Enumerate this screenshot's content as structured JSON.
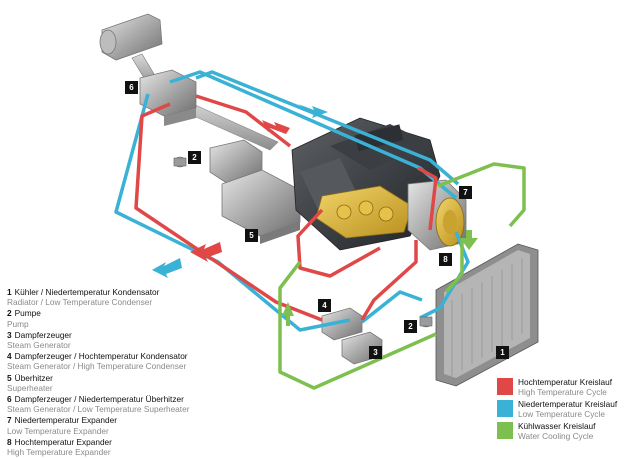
{
  "labels": [
    "1",
    "2",
    "3",
    "4",
    "5",
    "6",
    "7",
    "8",
    "2"
  ],
  "legend_components": [
    {
      "num": "1",
      "de": "Kühler / Niedertemperatur Kondensator",
      "en": "Radiator / Low Temperature Condenser"
    },
    {
      "num": "2",
      "de": "Pumpe",
      "en": "Pump"
    },
    {
      "num": "3",
      "de": "Dampferzeuger",
      "en": "Steam Generator"
    },
    {
      "num": "4",
      "de": "Dampferzeuger / Hochtemperatur Kondensator",
      "en": "Steam Generator / High Temperature Condenser"
    },
    {
      "num": "5",
      "de": "Überhitzer",
      "en": "Superheater"
    },
    {
      "num": "6",
      "de": "Dampferzeuger / Niedertemperatur Überhitzer",
      "en": "Steam Generator / Low Temperature Superheater"
    },
    {
      "num": "7",
      "de": "Niedertemperatur Expander",
      "en": "Low Temperature Expander"
    },
    {
      "num": "8",
      "de": "Hochtemperatur Expander",
      "en": "High Temperature Expander"
    }
  ],
  "legend_cycles": [
    {
      "de": "Hochtemperatur Kreislauf",
      "en": "High Temperature Cycle",
      "color": "#e04848"
    },
    {
      "de": "Niedertemperatur Kreislauf",
      "en": "Low Temperature Cycle",
      "color": "#3ab2d6"
    },
    {
      "de": "Kühlwasser Kreislauf",
      "en": "Water Cooling Cycle",
      "color": "#7ec04f"
    }
  ],
  "colors": {
    "red": "#e04848",
    "blue": "#3ab2d6",
    "green": "#7ec04f"
  }
}
